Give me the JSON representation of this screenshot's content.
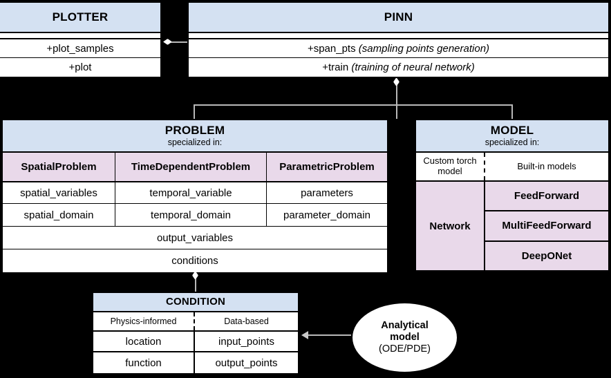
{
  "diagram": {
    "title": "PINA software architecture class diagram",
    "colors": {
      "header_blue": "#d4e1f2",
      "subclass_lavender": "#e9d9ea",
      "background": "#000000",
      "border": "#000000",
      "connector": "#b9b9b9"
    }
  },
  "plotter": {
    "title": "PLOTTER",
    "methods": [
      {
        "label": "+plot_samples"
      },
      {
        "label": "+plot"
      }
    ]
  },
  "pinn": {
    "title": "PINN",
    "methods": [
      {
        "name": "+span_pts",
        "note": "(sampling points generation)"
      },
      {
        "name": "+train",
        "note": "(training of neural network)"
      }
    ]
  },
  "problem": {
    "title": "PROBLEM",
    "subtitle": "specialized in:",
    "subclasses": [
      "SpatialProblem",
      "TimeDependentProblem",
      "ParametricProblem"
    ],
    "attribute_rows": [
      [
        "spatial_variables",
        "temporal_variable",
        "parameters"
      ],
      [
        "spatial_domain",
        "temporal_domain",
        "parameter_domain"
      ]
    ],
    "shared_attributes": [
      "output_variables",
      "conditions"
    ]
  },
  "model": {
    "title": "MODEL",
    "subtitle": "specialized in:",
    "kinds": [
      "Custom torch model",
      "Built-in models"
    ],
    "custom_label": "Network",
    "builtin_models": [
      "FeedForward",
      "MultiFeedForward",
      "DeepONet"
    ]
  },
  "condition": {
    "title": "CONDITION",
    "kinds": [
      "Physics-informed",
      "Data-based"
    ],
    "attribute_rows": [
      [
        "location",
        "input_points"
      ],
      [
        "function",
        "output_points"
      ]
    ]
  },
  "analytical": {
    "line1": "Analytical",
    "line2": "model",
    "line3": "(ODE/PDE)"
  }
}
